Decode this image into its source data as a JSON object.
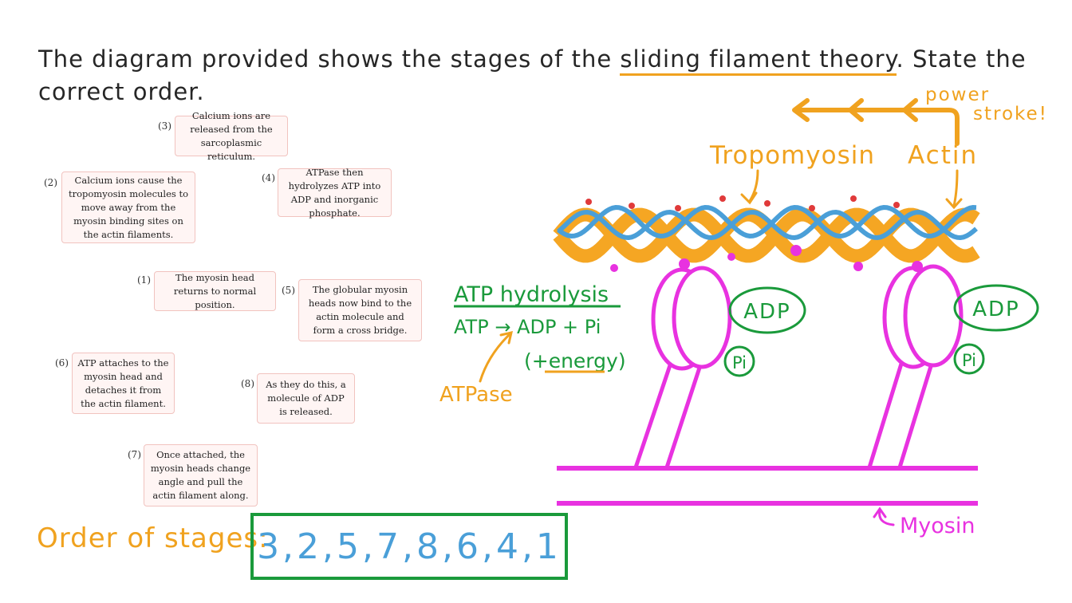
{
  "question": {
    "before": "The diagram provided shows the stages of the ",
    "highlight": "sliding filament theory",
    "after": ". State the correct order."
  },
  "stages": [
    {
      "number": "(3)",
      "text": "Calcium ions are released from the sarcoplasmic reticulum."
    },
    {
      "number": "(2)",
      "text": "Calcium ions cause the tropomyosin molecules to move away from the myosin binding sites on the actin filaments."
    },
    {
      "number": "(4)",
      "text": "ATPase then hydrolyzes ATP into ADP and inorganic phosphate."
    },
    {
      "number": "(1)",
      "text": "The myosin head returns to normal position."
    },
    {
      "number": "(5)",
      "text": "The globular myosin heads now bind to the actin molecule and form a cross bridge."
    },
    {
      "number": "(6)",
      "text": "ATP attaches to the myosin head and detaches it from the actin filament."
    },
    {
      "number": "(8)",
      "text": "As they do this, a molecule of ADP is released."
    },
    {
      "number": "(7)",
      "text": "Once attached, the myosin heads change angle and pull the actin filament along."
    }
  ],
  "diagram": {
    "power_stroke_line1": "power",
    "power_stroke_line2": "stroke!",
    "tropomyosin_label": "Tropomyosin",
    "actin_label": "Actin",
    "atp_hydrolysis_title": "ATP hydrolysis",
    "atp_equation": "ATP → ADP + Pi",
    "energy_open": "(+",
    "energy_word": "energy",
    "energy_close": ")",
    "atpase_label": "ATPase",
    "adp_label_left": "ADP",
    "adp_label_right": "ADP",
    "pi_label_left": "Pi",
    "pi_label_right": "Pi",
    "myosin_label": "Myosin"
  },
  "answer": {
    "label": "Order of stages:",
    "value": "3,2,5,7,8,6,4,1"
  },
  "colors": {
    "orange": "#f0a21f",
    "blue": "#4a9fd8",
    "green": "#1a9a3b",
    "magenta": "#e832e0",
    "red_dot": "#e03a3a"
  }
}
